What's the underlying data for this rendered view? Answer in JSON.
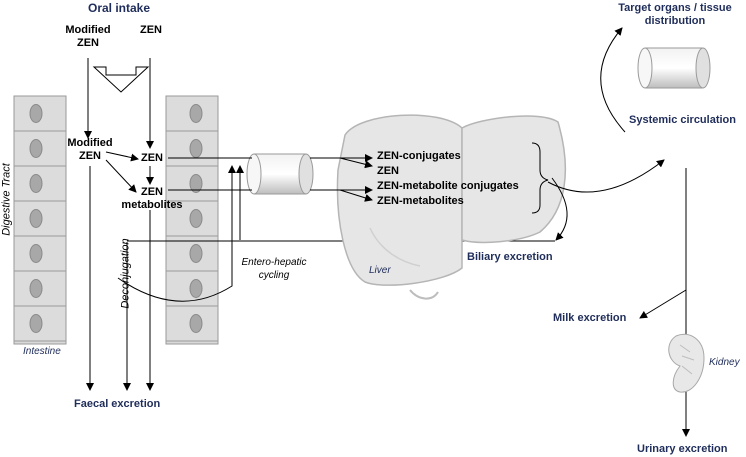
{
  "title": "Oral intake",
  "inputs": {
    "modified_zen": "Modified ZEN",
    "zen": "ZEN"
  },
  "intestine": {
    "modified_zen": "Modified ZEN",
    "zen": "ZEN",
    "zen_metabolites": "ZEN metabolites",
    "digestive_tract": "Digestive Tract",
    "intestine_label": "Intestine",
    "deconjugation": "Deconjugation",
    "entero_hepatic": "Entero-hepatic cycling"
  },
  "liver": {
    "label": "Liver",
    "items": [
      "ZEN-conjugates",
      "ZEN",
      "ZEN-metabolite conjugates",
      "ZEN-metabolites"
    ]
  },
  "outputs": {
    "faecal": "Faecal excretion",
    "biliary": "Biliary excretion",
    "target": "Target organs / tissue distribution",
    "systemic": "Systemic circulation",
    "milk": "Milk excretion",
    "kidney": "Kidney",
    "urinary": "Urinary excretion"
  },
  "colors": {
    "navy": "#1f2d5a",
    "organ_fill": "#e4e4e4",
    "organ_stroke": "#b0b0b0",
    "cell_fill": "#dcdcdc",
    "nucleus_fill": "#a8a8a8"
  }
}
